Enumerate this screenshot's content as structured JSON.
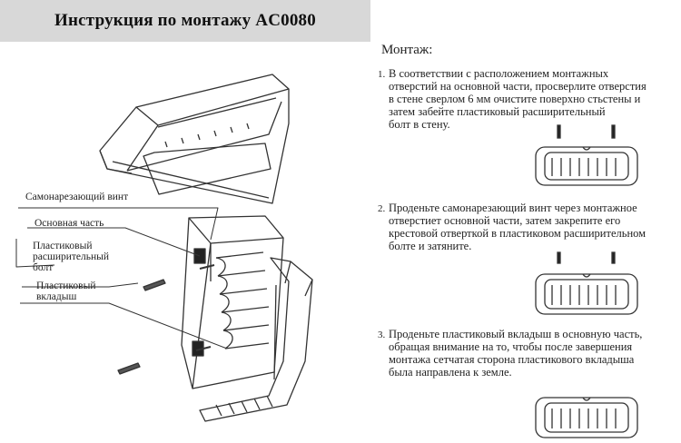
{
  "header": {
    "title": "Инструкция по монтажу AC0080"
  },
  "labels": {
    "screw": "Самонарезающий винт",
    "main_part": "Основная часть",
    "anchor_line1": "Пластиковый",
    "anchor_line2": "расширительный",
    "anchor_line3": "болт",
    "insert_line1": "Пластиковый",
    "insert_line2": "вкладыш"
  },
  "instructions": {
    "heading": "Монтаж:",
    "steps": [
      {
        "num": "1.",
        "lines": [
          "В соответствии с расположением монтажных",
          "отверстий на основной части, просверлите отверстия",
          "в стене сверлом 6 мм очистите поверхно стьстены и",
          "затем забейте пластиковый расширительный",
          "болт в стену."
        ]
      },
      {
        "num": "2.",
        "lines": [
          "Проденьте самонарезающий винт через монтажное",
          "отверстиет основной части, затем закрепите его",
          "крестовой отверткой в пластиковом расширительном",
          "болте и затяните."
        ]
      },
      {
        "num": "3.",
        "lines": [
          "Проденьте пластиковый вкладыш в основную часть,",
          "обращая внимание на то, чтобы после завершения",
          "монтажа сетчатая сторона пластикового вкладыша",
          "была направлена к земле."
        ]
      }
    ]
  },
  "colors": {
    "title_bg": "#d8d8d8",
    "line": "#333333"
  }
}
